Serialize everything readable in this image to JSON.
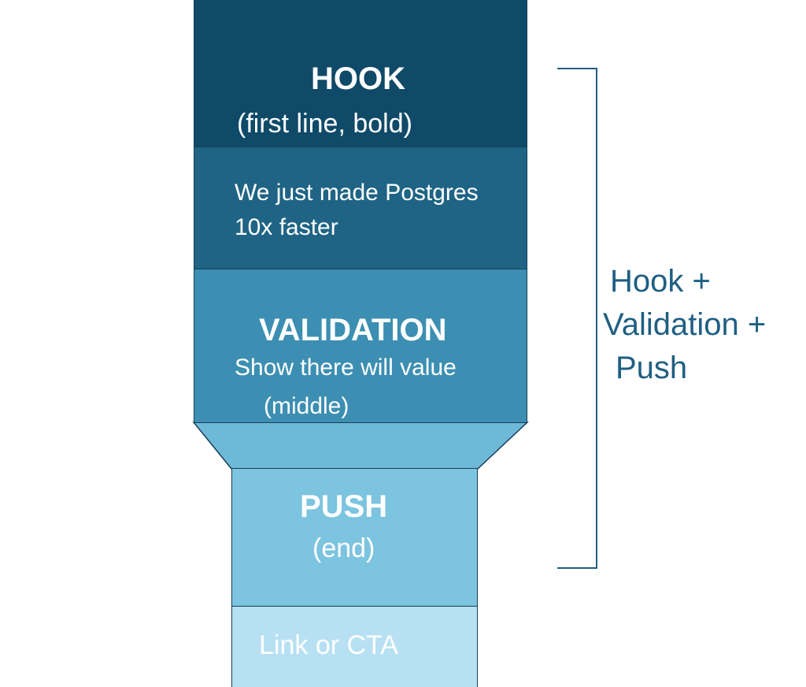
{
  "blocks": {
    "hook": {
      "title": "HOOK",
      "subtitle": "(first line, bold)"
    },
    "example": {
      "line1": "We just made Postgres",
      "line2": "10x faster"
    },
    "validation": {
      "title": "VALIDATION",
      "line1": "Show there will value",
      "line2": "(middle)"
    },
    "push": {
      "title": "PUSH",
      "subtitle": "(end)"
    },
    "cta": {
      "label": "Link or CTA"
    }
  },
  "bracket": {
    "line1": "Hook +",
    "line2": "Validation +",
    "line3": "Push"
  },
  "colors": {
    "hook": "#0f4a68",
    "example": "#1f6484",
    "validation": "#3c8fb2",
    "funnel": "#6fb9d8",
    "push": "#7cc4e0",
    "cta": "#b7e1f2",
    "bracket": "#1f5f82"
  }
}
